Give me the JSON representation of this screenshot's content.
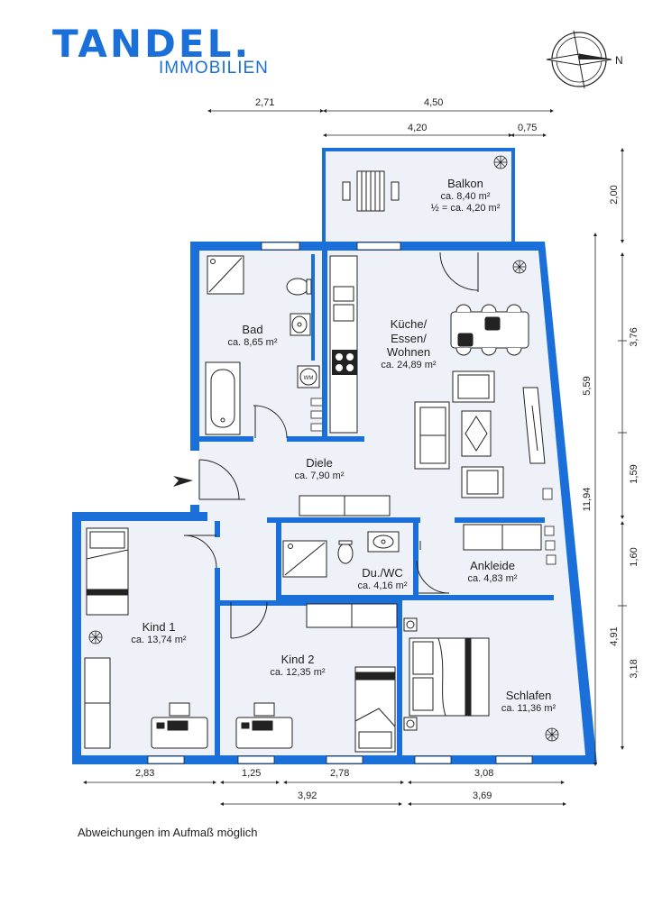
{
  "logo": {
    "main": "TANDEL.",
    "sub": "IMMOBILIEN"
  },
  "compass": {
    "north": "N"
  },
  "rooms": {
    "balkon": {
      "name": "Balkon",
      "area": "ca. 8,40 m²",
      "extra": "½ = ca. 4,20 m²"
    },
    "bad": {
      "name": "Bad",
      "area": "ca. 8,65 m²"
    },
    "kueche": {
      "name1": "Küche/",
      "name2": "Essen/",
      "name3": "Wohnen",
      "area": "ca. 24,89 m²"
    },
    "diele": {
      "name": "Diele",
      "area": "ca. 7,90 m²"
    },
    "duwc": {
      "name": "Du./WC",
      "area": "ca. 4,16 m²"
    },
    "ankleide": {
      "name": "Ankleide",
      "area": "ca. 4,83 m²"
    },
    "kind1": {
      "name": "Kind 1",
      "area": "ca. 13,74 m²"
    },
    "kind2": {
      "name": "Kind 2",
      "area": "ca. 12,35 m²"
    },
    "schlafen": {
      "name": "Schlafen",
      "area": "ca. 11,36 m²"
    }
  },
  "appliance": {
    "wm": "WM"
  },
  "dimensions": {
    "top1": "2,71",
    "top2": "4,50",
    "top3": "4,20",
    "top4": "0,75",
    "right_balkon": "2,00",
    "right_total": "11,94",
    "right_upper": "5,59",
    "right_376": "3,76",
    "right_159": "1,59",
    "right_160": "1,60",
    "right_491": "4,91",
    "right_318": "3,18",
    "bottom1": "2,83",
    "bottom2": "1,25",
    "bottom3": "2,78",
    "bottom4": "3,08",
    "bottom5": "3,92",
    "bottom6": "3,69"
  },
  "note": "Abweichungen im Aufmaß möglich",
  "colors": {
    "wall": "#1a6fd8",
    "floor": "#eef2f8",
    "line": "#222222"
  }
}
